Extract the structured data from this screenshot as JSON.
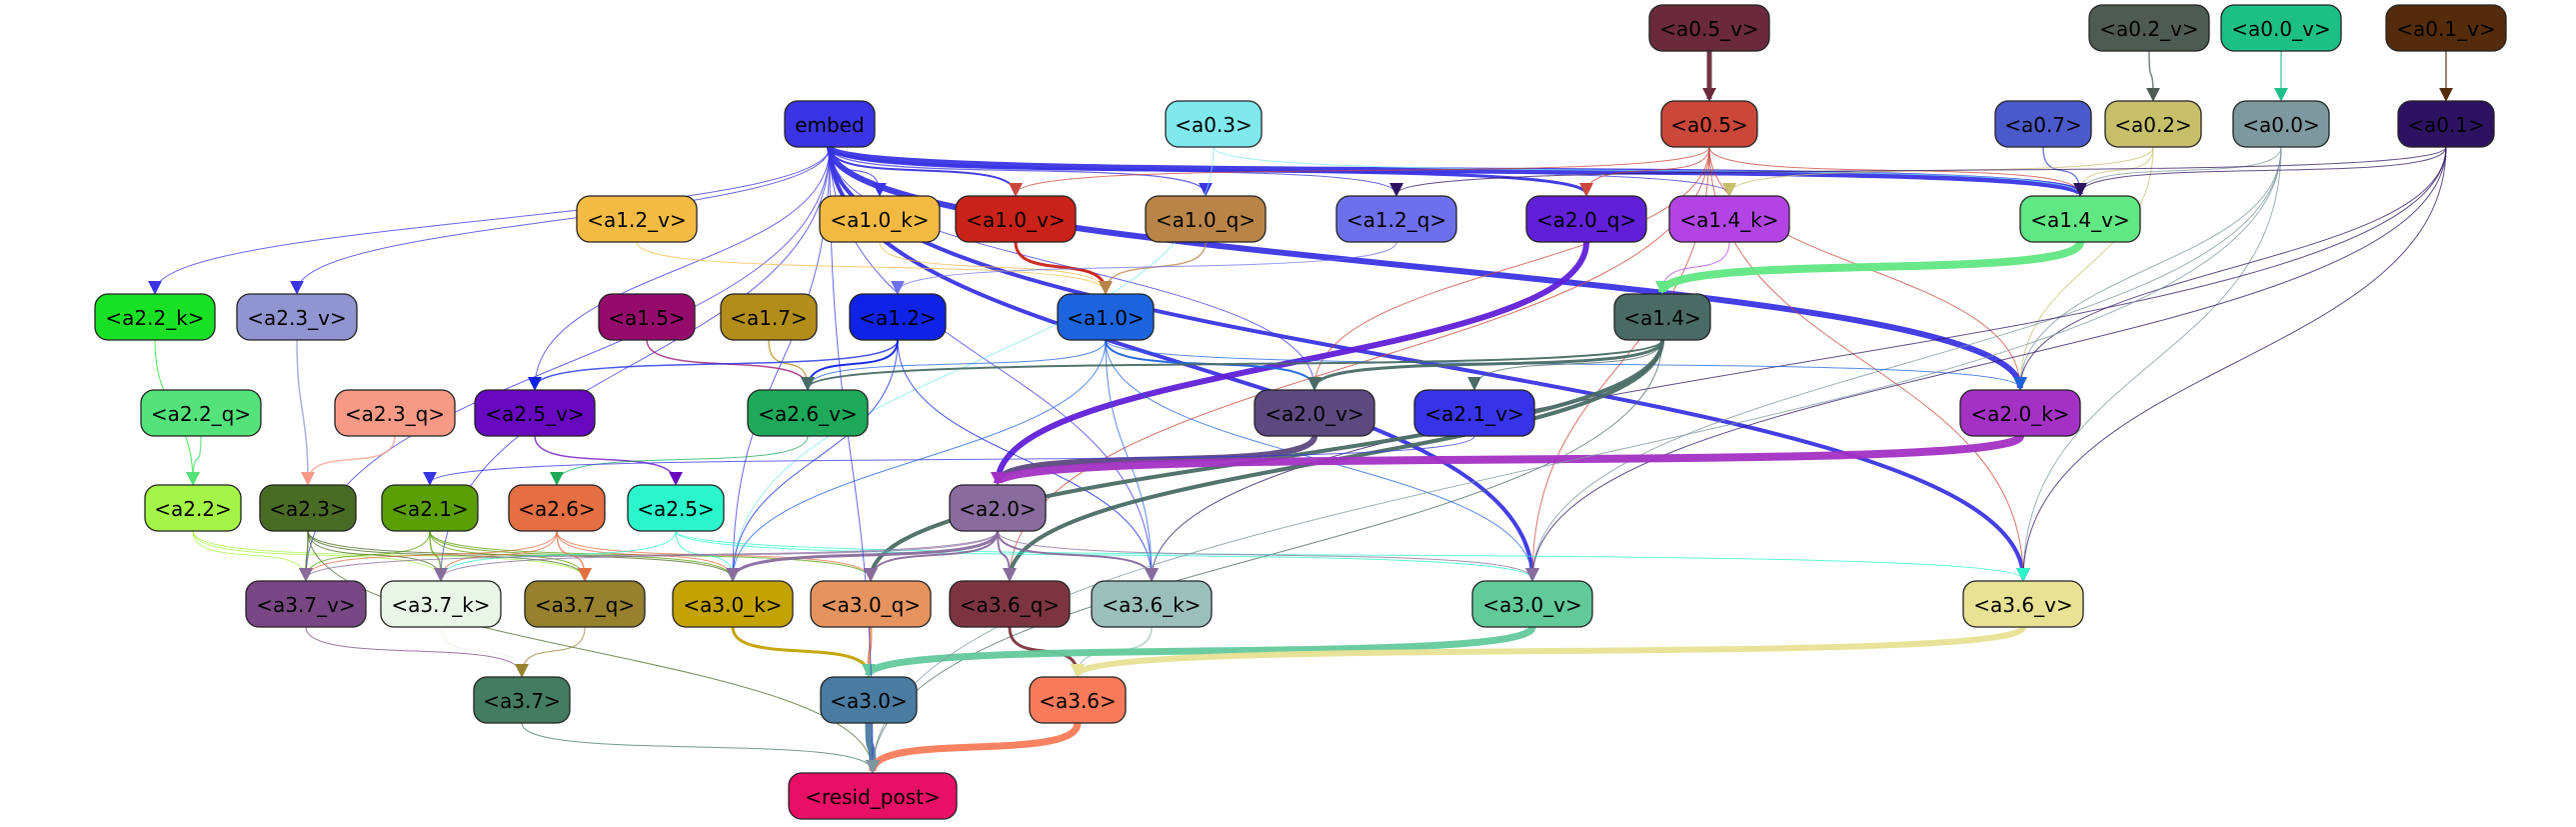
{
  "nodes": [
    {
      "id": "a0_5_v",
      "label": "<a0.5_v>",
      "fill": "#6a2a3b",
      "text": "#000000"
    },
    {
      "id": "a0_2_v",
      "label": "<a0.2_v>",
      "fill": "#4e5b52",
      "text": "#000000"
    },
    {
      "id": "a0_0_v",
      "label": "<a0.0_v>",
      "fill": "#1cbf86",
      "text": "#000000"
    },
    {
      "id": "a0_1_v",
      "label": "<a0.1_v>",
      "fill": "#542c0c",
      "text": "#000000"
    },
    {
      "id": "embed",
      "label": "embed",
      "fill": "#3a34e4",
      "text": "#000000"
    },
    {
      "id": "a0_3",
      "label": "<a0.3>",
      "fill": "#7fe9ee",
      "text": "#000000"
    },
    {
      "id": "a0_5",
      "label": "<a0.5>",
      "fill": "#cb473a",
      "text": "#000000"
    },
    {
      "id": "a0_7",
      "label": "<a0.7>",
      "fill": "#4b5acb",
      "text": "#000000"
    },
    {
      "id": "a0_2",
      "label": "<a0.2>",
      "fill": "#c8bf6b",
      "text": "#000000"
    },
    {
      "id": "a0_0",
      "label": "<a0.0>",
      "fill": "#7e98a0",
      "text": "#000000"
    },
    {
      "id": "a0_1",
      "label": "<a0.1>",
      "fill": "#2e1262",
      "text": "#000000"
    },
    {
      "id": "a1_2_v",
      "label": "<a1.2_v>",
      "fill": "#f4bb44",
      "text": "#000000"
    },
    {
      "id": "a1_0_k",
      "label": "<a1.0_k>",
      "fill": "#f2b943",
      "text": "#000000"
    },
    {
      "id": "a1_0_v",
      "label": "<a1.0_v>",
      "fill": "#c92218",
      "text": "#000000"
    },
    {
      "id": "a1_0_q",
      "label": "<a1.0_q>",
      "fill": "#b98448",
      "text": "#000000"
    },
    {
      "id": "a1_2_q",
      "label": "<a1.2_q>",
      "fill": "#6d70ea",
      "text": "#000000"
    },
    {
      "id": "a2_0_q",
      "label": "<a2.0_q>",
      "fill": "#6120d7",
      "text": "#000000"
    },
    {
      "id": "a1_4_k",
      "label": "<a1.4_k>",
      "fill": "#b244e4",
      "text": "#000000"
    },
    {
      "id": "a1_4_v",
      "label": "<a1.4_v>",
      "fill": "#61e783",
      "text": "#000000"
    },
    {
      "id": "a2_2_k",
      "label": "<a2.2_k>",
      "fill": "#18e024",
      "text": "#000000"
    },
    {
      "id": "a2_3_v",
      "label": "<a2.3_v>",
      "fill": "#9095d1",
      "text": "#000000"
    },
    {
      "id": "a1_5",
      "label": "<a1.5>",
      "fill": "#950b6c",
      "text": "#000000"
    },
    {
      "id": "a1_7",
      "label": "<a1.7>",
      "fill": "#b38d19",
      "text": "#000000"
    },
    {
      "id": "a1_2",
      "label": "<a1.2>",
      "fill": "#0f22e6",
      "text": "#000000"
    },
    {
      "id": "a1_0",
      "label": "<a1.0>",
      "fill": "#1d63dd",
      "text": "#000000"
    },
    {
      "id": "a1_4",
      "label": "<a1.4>",
      "fill": "#4a6b65",
      "text": "#000000"
    },
    {
      "id": "a2_2_q",
      "label": "<a2.2_q>",
      "fill": "#54e27a",
      "text": "#000000"
    },
    {
      "id": "a2_3_q",
      "label": "<a2.3_q>",
      "fill": "#f69a86",
      "text": "#000000"
    },
    {
      "id": "a2_5_v",
      "label": "<a2.5_v>",
      "fill": "#6709bf",
      "text": "#000000"
    },
    {
      "id": "a2_6_v",
      "label": "<a2.6_v>",
      "fill": "#1ea95a",
      "text": "#000000"
    },
    {
      "id": "a2_0_v",
      "label": "<a2.0_v>",
      "fill": "#5c4980",
      "text": "#000000"
    },
    {
      "id": "a2_1_v",
      "label": "<a2.1_v>",
      "fill": "#3733e8",
      "text": "#000000"
    },
    {
      "id": "a2_0_k",
      "label": "<a2.0_k>",
      "fill": "#a332c4",
      "text": "#000000"
    },
    {
      "id": "a2_2",
      "label": "<a2.2>",
      "fill": "#a5f448",
      "text": "#000000"
    },
    {
      "id": "a2_3",
      "label": "<a2.3>",
      "fill": "#4a6b23",
      "text": "#000000"
    },
    {
      "id": "a2_1",
      "label": "<a2.1>",
      "fill": "#5a9e06",
      "text": "#000000"
    },
    {
      "id": "a2_6",
      "label": "<a2.6>",
      "fill": "#e46f43",
      "text": "#000000"
    },
    {
      "id": "a2_5",
      "label": "<a2.5>",
      "fill": "#2bf6cb",
      "text": "#000000"
    },
    {
      "id": "a2_0",
      "label": "<a2.0>",
      "fill": "#896c9d",
      "text": "#000000"
    },
    {
      "id": "a3_7_v",
      "label": "<a3.7_v>",
      "fill": "#794783",
      "text": "#000000"
    },
    {
      "id": "a3_7_k",
      "label": "<a3.7_k>",
      "fill": "#e9f5e6",
      "text": "#000000"
    },
    {
      "id": "a3_7_q",
      "label": "<a3.7_q>",
      "fill": "#97802e",
      "text": "#000000"
    },
    {
      "id": "a3_0_k",
      "label": "<a3.0_k>",
      "fill": "#c3a201",
      "text": "#000000"
    },
    {
      "id": "a3_0_q",
      "label": "<a3.0_q>",
      "fill": "#e5935f",
      "text": "#000000"
    },
    {
      "id": "a3_6_q",
      "label": "<a3.6_q>",
      "fill": "#7c3540",
      "text": "#000000"
    },
    {
      "id": "a3_6_k",
      "label": "<a3.6_k>",
      "fill": "#9bc0bc",
      "text": "#000000"
    },
    {
      "id": "a3_0_v",
      "label": "<a3.0_v>",
      "fill": "#62c99b",
      "text": "#000000"
    },
    {
      "id": "a3_6_v",
      "label": "<a3.6_v>",
      "fill": "#e8e294",
      "text": "#000000"
    },
    {
      "id": "a3_7",
      "label": "<a3.7>",
      "fill": "#437c60",
      "text": "#000000"
    },
    {
      "id": "a3_0",
      "label": "<a3.0>",
      "fill": "#4a7ba0",
      "text": "#000000"
    },
    {
      "id": "a3_6",
      "label": "<a3.6>",
      "fill": "#f97b5b",
      "text": "#000000"
    },
    {
      "id": "resid_post",
      "label": "<resid_post>",
      "fill": "#e80f66",
      "text": "#000000"
    }
  ],
  "edges": [
    {
      "from": "a0_5_v",
      "to": "a0_5",
      "color": "#6a2a3b",
      "weight": 5
    },
    {
      "from": "a0_2_v",
      "to": "a0_2",
      "color": "#4e5b52",
      "weight": 1.5
    },
    {
      "from": "a0_0_v",
      "to": "a0_0",
      "color": "#1cbf86",
      "weight": 1.5
    },
    {
      "from": "a0_1_v",
      "to": "a0_1",
      "color": "#542c0c",
      "weight": 1.5
    },
    {
      "from": "embed",
      "to": "a1_4_v",
      "color": "#3a34e4",
      "weight": 6
    },
    {
      "from": "embed",
      "to": "a2_0_k",
      "color": "#3a34e4",
      "weight": 6
    },
    {
      "from": "embed",
      "to": "a2_0_q",
      "color": "#3a34e4",
      "weight": 3
    },
    {
      "from": "embed",
      "to": "a1_0_v",
      "color": "#3a34e4",
      "weight": 2
    },
    {
      "from": "embed",
      "to": "a1_0_k",
      "color": "#3a34e4",
      "weight": 1.2
    },
    {
      "from": "embed",
      "to": "a1_0_q",
      "color": "#3a34e4",
      "weight": 1.2
    },
    {
      "from": "embed",
      "to": "a1_2_q",
      "color": "#3a34e4",
      "weight": 1
    },
    {
      "from": "embed",
      "to": "a1_4_k",
      "color": "#3a34e4",
      "weight": 1
    },
    {
      "from": "embed",
      "to": "a2_2_k",
      "color": "#3a34e4",
      "weight": 1
    },
    {
      "from": "embed",
      "to": "a2_3_v",
      "color": "#3a34e4",
      "weight": 1
    },
    {
      "from": "embed",
      "to": "a2_5_v",
      "color": "#3a34e4",
      "weight": 1
    },
    {
      "from": "embed",
      "to": "a2_0_v",
      "color": "#3a34e4",
      "weight": 1
    },
    {
      "from": "embed",
      "to": "a3_0_v",
      "color": "#3a34e4",
      "weight": 4
    },
    {
      "from": "embed",
      "to": "a3_6_v",
      "color": "#3a34e4",
      "weight": 4
    },
    {
      "from": "embed",
      "to": "a3_6_k",
      "color": "#3a34e4",
      "weight": 1
    },
    {
      "from": "embed",
      "to": "a3_7_v",
      "color": "#3a34e4",
      "weight": 1
    },
    {
      "from": "embed",
      "to": "a3_7_k",
      "color": "#3a34e4",
      "weight": 1
    },
    {
      "from": "embed",
      "to": "a3_0_k",
      "color": "#3a34e4",
      "weight": 1
    },
    {
      "from": "a0_3",
      "to": "a3_0_k",
      "color": "#7fe9ee",
      "weight": 1
    },
    {
      "from": "a0_3",
      "to": "a1_4_v",
      "color": "#7fe9ee",
      "weight": 1
    },
    {
      "from": "a0_5",
      "to": "a1_0_v",
      "color": "#cb473a",
      "weight": 1
    },
    {
      "from": "a0_5",
      "to": "a2_0_q",
      "color": "#cb473a",
      "weight": 1
    },
    {
      "from": "a0_5",
      "to": "a1_4_v",
      "color": "#cb473a",
      "weight": 1
    },
    {
      "from": "a0_5",
      "to": "a2_0_k",
      "color": "#cb473a",
      "weight": 1
    },
    {
      "from": "a0_5",
      "to": "a2_0_v",
      "color": "#cb473a",
      "weight": 1
    },
    {
      "from": "a0_5",
      "to": "a3_0_v",
      "color": "#cb473a",
      "weight": 1
    },
    {
      "from": "a0_5",
      "to": "a3_6_v",
      "color": "#cb473a",
      "weight": 1
    },
    {
      "from": "a0_5",
      "to": "a3_6_q",
      "color": "#cb473a",
      "weight": 1
    },
    {
      "from": "a0_7",
      "to": "a1_4_v",
      "color": "#4b5acb",
      "weight": 1.5
    },
    {
      "from": "a0_2",
      "to": "a1_4_v",
      "color": "#c8bf6b",
      "weight": 1
    },
    {
      "from": "a0_2",
      "to": "a2_0_k",
      "color": "#c8bf6b",
      "weight": 1
    },
    {
      "from": "a0_2",
      "to": "a1_4_k",
      "color": "#c8bf6b",
      "weight": 1
    },
    {
      "from": "a0_0",
      "to": "a1_4_v",
      "color": "#7e98a0",
      "weight": 1
    },
    {
      "from": "a0_0",
      "to": "a2_0_k",
      "color": "#7e98a0",
      "weight": 1
    },
    {
      "from": "a0_0",
      "to": "a3_6_v",
      "color": "#7e98a0",
      "weight": 1
    },
    {
      "from": "a0_0",
      "to": "a3_0_v",
      "color": "#7e98a0",
      "weight": 1
    },
    {
      "from": "a0_1",
      "to": "a1_4_v",
      "color": "#2e1262",
      "weight": 1
    },
    {
      "from": "a0_1",
      "to": "a2_0_k",
      "color": "#2e1262",
      "weight": 1
    },
    {
      "from": "a0_1",
      "to": "a3_6_v",
      "color": "#2e1262",
      "weight": 1
    },
    {
      "from": "a0_1",
      "to": "a3_0_v",
      "color": "#2e1262",
      "weight": 1
    },
    {
      "from": "a0_1",
      "to": "a3_6_k",
      "color": "#2e1262",
      "weight": 1
    },
    {
      "from": "a0_1",
      "to": "a1_2_q",
      "color": "#2e1262",
      "weight": 1
    },
    {
      "from": "a1_2_v",
      "to": "a1_0",
      "color": "#f4bb44",
      "weight": 1
    },
    {
      "from": "a1_0_k",
      "to": "a1_0",
      "color": "#f2b943",
      "weight": 1
    },
    {
      "from": "a1_0_v",
      "to": "a1_0",
      "color": "#c92218",
      "weight": 3
    },
    {
      "from": "a1_0_q",
      "to": "a1_0",
      "color": "#b98448",
      "weight": 1.5
    },
    {
      "from": "a1_2_q",
      "to": "a1_2",
      "color": "#6d70ea",
      "weight": 1
    },
    {
      "from": "a2_0_q",
      "to": "a2_0",
      "color": "#6120d7",
      "weight": 6
    },
    {
      "from": "a1_4_k",
      "to": "a1_4",
      "color": "#b244e4",
      "weight": 1
    },
    {
      "from": "a1_4_v",
      "to": "a1_4",
      "color": "#61e783",
      "weight": 8
    },
    {
      "from": "a2_2_k",
      "to": "a2_2",
      "color": "#18e024",
      "weight": 1
    },
    {
      "from": "a2_3_v",
      "to": "a2_3",
      "color": "#9095d1",
      "weight": 1.5
    },
    {
      "from": "a1_5",
      "to": "a2_6_v",
      "color": "#950b6c",
      "weight": 1.5
    },
    {
      "from": "a1_7",
      "to": "a2_6_v",
      "color": "#b38d19",
      "weight": 1.5
    },
    {
      "from": "a1_2",
      "to": "a2_6_v",
      "color": "#0f22e6",
      "weight": 2
    },
    {
      "from": "a1_2",
      "to": "a2_5_v",
      "color": "#0f22e6",
      "weight": 1.5
    },
    {
      "from": "a1_2",
      "to": "a3_6_k",
      "color": "#0f22e6",
      "weight": 1
    },
    {
      "from": "a1_2",
      "to": "a3_0_k",
      "color": "#0f22e6",
      "weight": 1
    },
    {
      "from": "a1_0",
      "to": "a2_0_v",
      "color": "#1d63dd",
      "weight": 2
    },
    {
      "from": "a1_0",
      "to": "a2_6_v",
      "color": "#1d63dd",
      "weight": 1
    },
    {
      "from": "a1_0",
      "to": "a2_0_k",
      "color": "#1d63dd",
      "weight": 1
    },
    {
      "from": "a1_0",
      "to": "a3_6_k",
      "color": "#1d63dd",
      "weight": 1
    },
    {
      "from": "a1_0",
      "to": "a3_0_v",
      "color": "#1d63dd",
      "weight": 1
    },
    {
      "from": "a1_0",
      "to": "a3_0_k",
      "color": "#1d63dd",
      "weight": 1
    },
    {
      "from": "a1_4",
      "to": "a2_0_v",
      "color": "#4a6b65",
      "weight": 3
    },
    {
      "from": "a1_4",
      "to": "a2_6_v",
      "color": "#4a6b65",
      "weight": 2
    },
    {
      "from": "a1_4",
      "to": "a2_1_v",
      "color": "#4a6b65",
      "weight": 1
    },
    {
      "from": "a1_4",
      "to": "a3_0_q",
      "color": "#4a6b65",
      "weight": 4
    },
    {
      "from": "a1_4",
      "to": "a3_6_q",
      "color": "#4a6b65",
      "weight": 4
    },
    {
      "from": "a1_4",
      "to": "resid_post",
      "color": "#4a6b65",
      "weight": 1
    },
    {
      "from": "a2_2_q",
      "to": "a2_2",
      "color": "#54e27a",
      "weight": 1.5
    },
    {
      "from": "a2_3_q",
      "to": "a2_3",
      "color": "#f69a86",
      "weight": 1.5
    },
    {
      "from": "a2_5_v",
      "to": "a2_5",
      "color": "#6709bf",
      "weight": 1.5
    },
    {
      "from": "a2_6_v",
      "to": "a2_6",
      "color": "#1ea95a",
      "weight": 1
    },
    {
      "from": "a2_0_v",
      "to": "a2_0",
      "color": "#5c4980",
      "weight": 6
    },
    {
      "from": "a2_1_v",
      "to": "a2_1",
      "color": "#3733e8",
      "weight": 1
    },
    {
      "from": "a2_0_k",
      "to": "a2_0",
      "color": "#a332c4",
      "weight": 8
    },
    {
      "from": "a2_2",
      "to": "a3_7_v",
      "color": "#a5f448",
      "weight": 1
    },
    {
      "from": "a2_2",
      "to": "a3_7_k",
      "color": "#a5f448",
      "weight": 1
    },
    {
      "from": "a2_2",
      "to": "a3_7_q",
      "color": "#a5f448",
      "weight": 1
    },
    {
      "from": "a2_3",
      "to": "a3_7_v",
      "color": "#4a6b23",
      "weight": 1.5
    },
    {
      "from": "a2_3",
      "to": "a3_7_k",
      "color": "#4a6b23",
      "weight": 1
    },
    {
      "from": "a2_3",
      "to": "a3_7_q",
      "color": "#4a6b23",
      "weight": 1
    },
    {
      "from": "a2_3",
      "to": "a3_0_k",
      "color": "#4a6b23",
      "weight": 1
    },
    {
      "from": "a2_3",
      "to": "resid_post",
      "color": "#4a6b23",
      "weight": 1
    },
    {
      "from": "a2_1",
      "to": "a3_7_v",
      "color": "#5a9e06",
      "weight": 1
    },
    {
      "from": "a2_1",
      "to": "a3_7_k",
      "color": "#5a9e06",
      "weight": 1.5
    },
    {
      "from": "a2_1",
      "to": "a3_7_q",
      "color": "#5a9e06",
      "weight": 1
    },
    {
      "from": "a2_1",
      "to": "a3_0_k",
      "color": "#5a9e06",
      "weight": 1
    },
    {
      "from": "a2_1",
      "to": "a3_0_q",
      "color": "#5a9e06",
      "weight": 1
    },
    {
      "from": "a2_6",
      "to": "a3_7_q",
      "color": "#e46f43",
      "weight": 1.5
    },
    {
      "from": "a2_6",
      "to": "a3_7_k",
      "color": "#e46f43",
      "weight": 1
    },
    {
      "from": "a2_6",
      "to": "a3_0_k",
      "color": "#e46f43",
      "weight": 1
    },
    {
      "from": "a2_6",
      "to": "a3_0_q",
      "color": "#e46f43",
      "weight": 1
    },
    {
      "from": "a2_6",
      "to": "a3_7_v",
      "color": "#e46f43",
      "weight": 1
    },
    {
      "from": "a2_5",
      "to": "a3_7_k",
      "color": "#2bf6cb",
      "weight": 1
    },
    {
      "from": "a2_5",
      "to": "a3_0_k",
      "color": "#2bf6cb",
      "weight": 1
    },
    {
      "from": "a2_5",
      "to": "a3_6_v",
      "color": "#2bf6cb",
      "weight": 1
    },
    {
      "from": "a2_5",
      "to": "a3_0_v",
      "color": "#2bf6cb",
      "weight": 1
    },
    {
      "from": "a2_0",
      "to": "a3_0_k",
      "color": "#896c9d",
      "weight": 3
    },
    {
      "from": "a2_0",
      "to": "a3_0_q",
      "color": "#896c9d",
      "weight": 2
    },
    {
      "from": "a2_0",
      "to": "a3_6_q",
      "color": "#896c9d",
      "weight": 2
    },
    {
      "from": "a2_0",
      "to": "a3_6_k",
      "color": "#896c9d",
      "weight": 2
    },
    {
      "from": "a2_0",
      "to": "a3_7_v",
      "color": "#896c9d",
      "weight": 1
    },
    {
      "from": "a2_0",
      "to": "a3_7_k",
      "color": "#896c9d",
      "weight": 1
    },
    {
      "from": "a2_0",
      "to": "a3_0_v",
      "color": "#896c9d",
      "weight": 1
    },
    {
      "from": "a3_7_v",
      "to": "a3_7",
      "color": "#794783",
      "weight": 1
    },
    {
      "from": "a3_7_k",
      "to": "a3_7",
      "color": "#e9f5e6",
      "weight": 1
    },
    {
      "from": "a3_7_q",
      "to": "a3_7",
      "color": "#97802e",
      "weight": 1
    },
    {
      "from": "a3_0_k",
      "to": "a3_0",
      "color": "#c3a201",
      "weight": 3
    },
    {
      "from": "a3_0_q",
      "to": "a3_0",
      "color": "#e5935f",
      "weight": 3
    },
    {
      "from": "a3_6_q",
      "to": "a3_6",
      "color": "#7c3540",
      "weight": 3
    },
    {
      "from": "a3_6_k",
      "to": "a3_6",
      "color": "#9bc0bc",
      "weight": 1.5
    },
    {
      "from": "a3_0_v",
      "to": "a3_0",
      "color": "#62c99b",
      "weight": 7
    },
    {
      "from": "a3_6_v",
      "to": "a3_6",
      "color": "#e8e294",
      "weight": 6
    },
    {
      "from": "a3_7",
      "to": "resid_post",
      "color": "#437c60",
      "weight": 1
    },
    {
      "from": "a3_0",
      "to": "resid_post",
      "color": "#4a7ba0",
      "weight": 7
    },
    {
      "from": "a3_6",
      "to": "resid_post",
      "color": "#f97b5b",
      "weight": 7
    },
    {
      "from": "embed",
      "to": "resid_post",
      "color": "#3a34e4",
      "weight": 1
    },
    {
      "from": "a0_0",
      "to": "resid_post",
      "color": "#7e98a0",
      "weight": 1
    }
  ]
}
